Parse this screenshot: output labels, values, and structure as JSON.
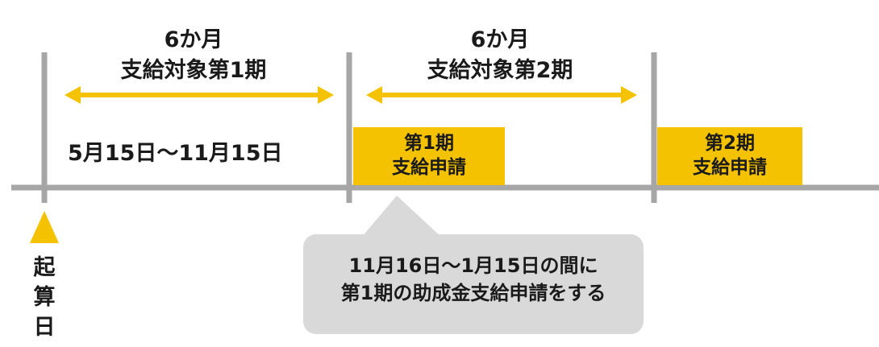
{
  "period1": {
    "duration": "6か月",
    "name": "支給対象第1期",
    "dates": "5月15日～11月15日"
  },
  "period2": {
    "duration": "6か月",
    "name": "支給対象第2期"
  },
  "application1": {
    "line1": "第1期",
    "line2": "支給申請"
  },
  "application2": {
    "line1": "第2期",
    "line2": "支給申請"
  },
  "start_marker": {
    "chars": [
      "起",
      "算",
      "日"
    ]
  },
  "callout": {
    "line1": "11月16日～1月15日の間に",
    "line2": "第1期の助成金支給申請をする"
  },
  "colors": {
    "accent": "#f5c200",
    "timeline": "#a6a6a6",
    "callout_bg": "#d9d9d9"
  }
}
